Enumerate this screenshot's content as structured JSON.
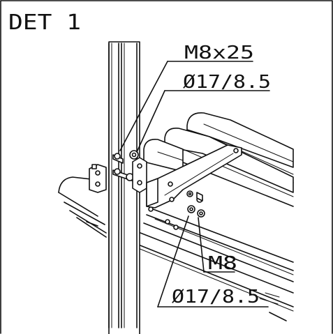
{
  "detail_title": "DET 1",
  "callouts": {
    "bolt_size_top": "M8x25",
    "washer_top": "Ø17/8.5",
    "nut_size_bottom": "M8",
    "washer_bottom": "Ø17/8.5"
  }
}
